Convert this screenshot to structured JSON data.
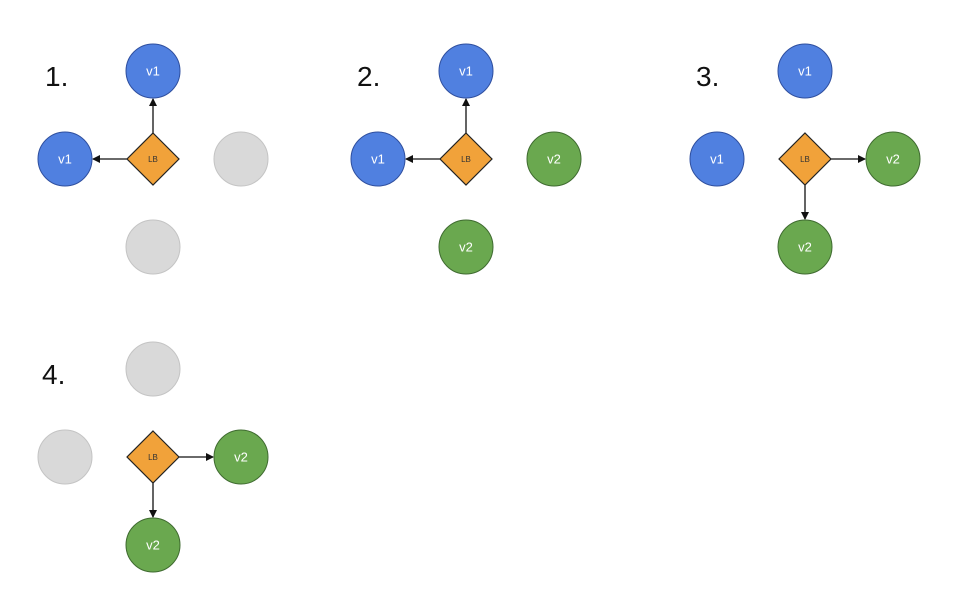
{
  "colors": {
    "v1": "#5080e0",
    "v2": "#6aa84f",
    "inactive": "#d9d9d9",
    "lb": "#f1a23a"
  },
  "lb_label": "LB",
  "steps": [
    {
      "label": "1.",
      "nodes": {
        "up": "v1",
        "left": "v1",
        "right": "inactive",
        "down": "inactive"
      },
      "arrows": [
        "up",
        "left"
      ]
    },
    {
      "label": "2.",
      "nodes": {
        "up": "v1",
        "left": "v1",
        "right": "v2",
        "down": "v2"
      },
      "arrows": [
        "up",
        "left"
      ]
    },
    {
      "label": "3.",
      "nodes": {
        "up": "v1",
        "left": "v1",
        "right": "v2",
        "down": "v2"
      },
      "arrows": [
        "right",
        "down"
      ]
    },
    {
      "label": "4.",
      "nodes": {
        "up": "inactive",
        "left": "inactive",
        "right": "v2",
        "down": "v2"
      },
      "arrows": [
        "right",
        "down"
      ]
    }
  ]
}
